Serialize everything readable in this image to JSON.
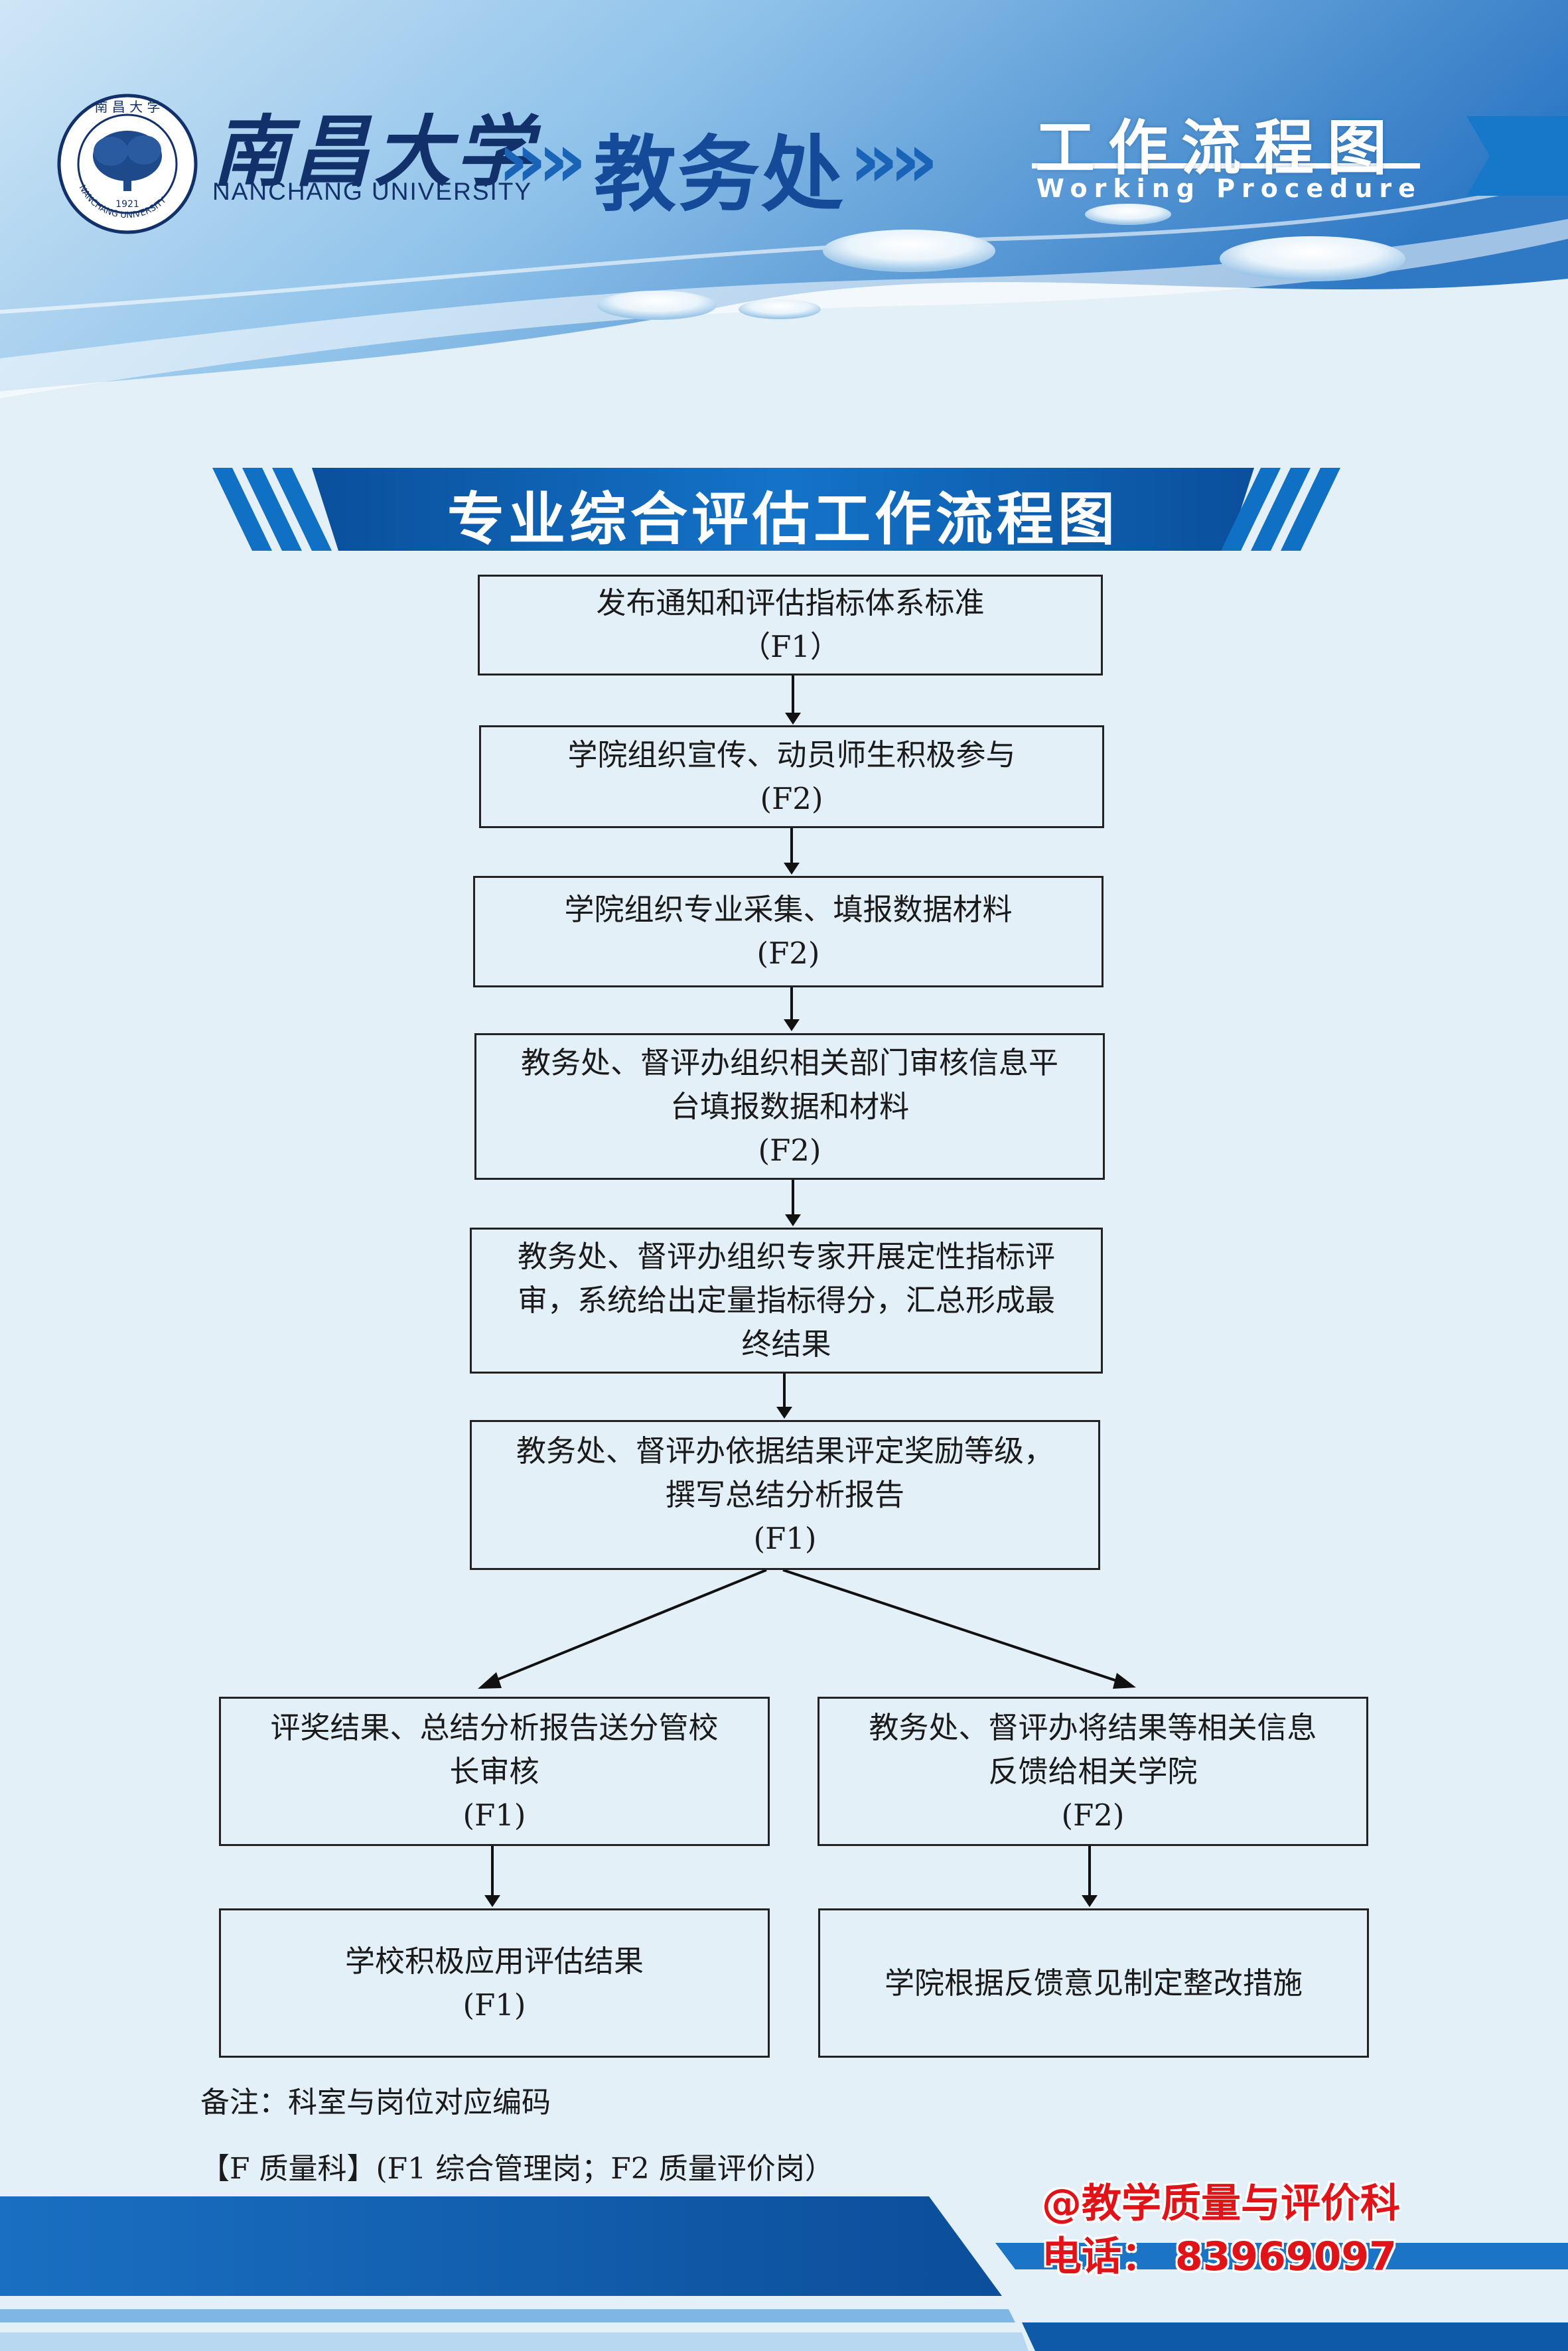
{
  "header": {
    "university_cn": "南昌大学",
    "university_en": "NANCHANG UNIVERSITY",
    "chevrons": "»»",
    "department": "教务处",
    "title": "工作流程图",
    "title_en": "Working  Procedure",
    "seal": {
      "top_text": "南昌大学",
      "bottom_text": "NANCHANG UNIVERSITY",
      "year": "1921"
    }
  },
  "banner": {
    "title": "专业综合评估工作流程图"
  },
  "flow": {
    "nodes": [
      {
        "text": "发布通知和评估指标体系标准",
        "code": "（F1）"
      },
      {
        "text": "学院组织宣传、动员师生积极参与",
        "code": "(F2)"
      },
      {
        "text": "学院组织专业采集、填报数据材料",
        "code": "(F2)"
      },
      {
        "text": "教务处、督评办组织相关部门审核信息平\n台填报数据和材料",
        "code": "(F2)"
      },
      {
        "text": "教务处、督评办组织专家开展定性指标评\n审，系统给出定量指标得分，汇总形成最\n终结果",
        "code": ""
      },
      {
        "text": "教务处、督评办依据结果评定奖励等级，\n撰写总结分析报告",
        "code": "(F1)"
      },
      {
        "text": "评奖结果、总结分析报告送分管校\n长审核",
        "code": "(F1)"
      },
      {
        "text": "教务处、督评办将结果等相关信息\n反馈给相关学院",
        "code": "(F2)"
      },
      {
        "text": "学校积极应用评估结果",
        "code": "(F1)"
      },
      {
        "text": "学院根据反馈意见制定整改措施",
        "code": ""
      }
    ]
  },
  "notes": {
    "line1": "备注：科室与岗位对应编码",
    "line2": "【F 质量科】(F1 综合管理岗；F2 质量评价岗）"
  },
  "contact": {
    "line1": "@教学质量与评价科",
    "line2": "电话：  83969097"
  },
  "colors": {
    "brand_blue": "#154a98",
    "banner_blue": "#0d62b4",
    "contact_red": "#e01418"
  }
}
